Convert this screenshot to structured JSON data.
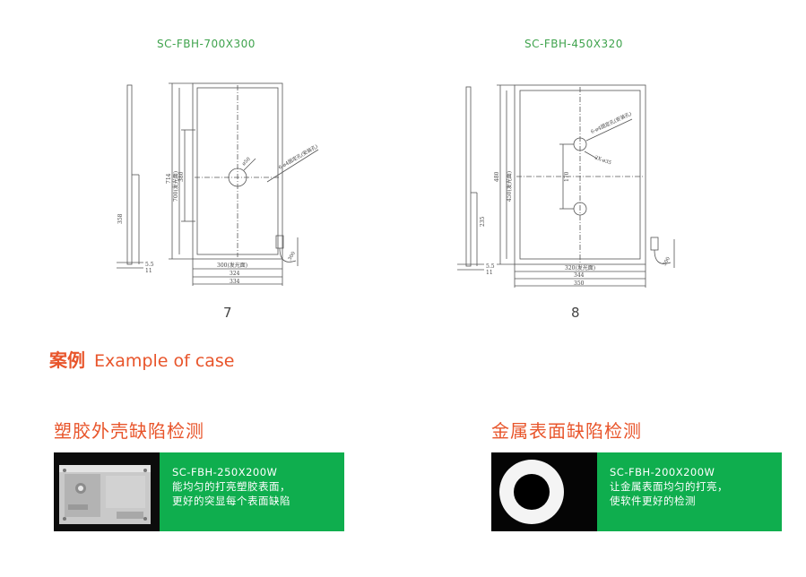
{
  "drawings": [
    {
      "model": "SC-FBH-700X300",
      "page_number": "7",
      "dims": {
        "total_height": "714",
        "light_height": "700(发光面)",
        "inner_h": "380",
        "side_h": "358",
        "small_a": "5.5",
        "small_b": "11",
        "light_width": "300(发光面)",
        "mid_width": "324",
        "total_width": "334",
        "hole": "ø50",
        "screw": "6-ø4固定孔(安装孔)",
        "cable": "300"
      }
    },
    {
      "model": "SC-FBH-450X320",
      "page_number": "8",
      "dims": {
        "total_height": "480",
        "light_height": "450(发光面)",
        "inner_h": "170",
        "side_h": "235",
        "small_a": "5.5",
        "small_b": "11",
        "light_width": "320(发光面)",
        "mid_width": "344",
        "total_width": "350",
        "hole": "2X-ø35",
        "screw": "6-ø4固定孔(安装孔)",
        "cable": "300"
      }
    }
  ],
  "case_section": {
    "title_cn": "案例",
    "title_en": "Example of case"
  },
  "cases": [
    {
      "category": "塑胶外壳缺陷检测",
      "model": "SC-FBH-250X200W",
      "desc_line1": "能均匀的打亮塑胶表面，",
      "desc_line2": "更好的突显每个表面缺陷"
    },
    {
      "category": "金属表面缺陷检测",
      "model": "SC-FBH-200X200W",
      "desc_line1": "让金属表面均匀的打亮，",
      "desc_line2": "使软件更好的检测"
    }
  ],
  "colors": {
    "accent_red": "#e8552b",
    "model_green": "#3fa34d",
    "card_green": "#0fae4e"
  }
}
